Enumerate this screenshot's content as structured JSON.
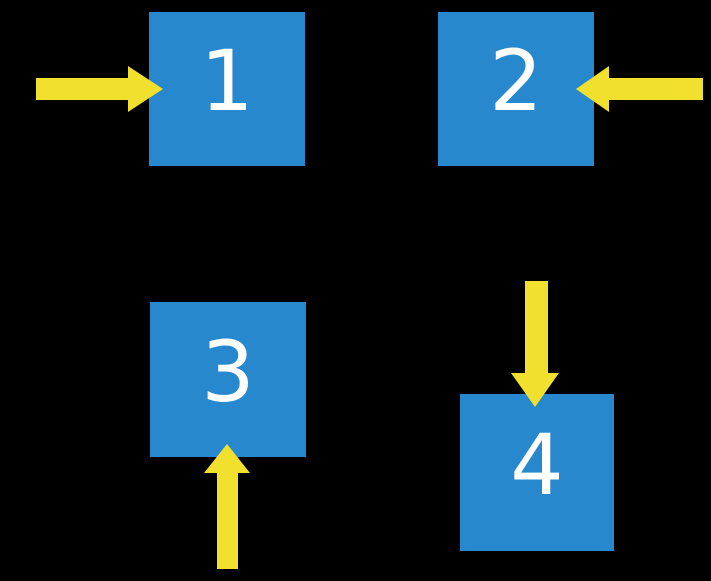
{
  "figure": {
    "description": "Four blue numbered squares on a black background, each with a yellow arrow pointing into it",
    "colors": {
      "background": "#000000",
      "box_blue": "#2888CE",
      "arrow_yellow": "#F2E02E",
      "number_white": "#FFFFFF"
    },
    "boxes": [
      {
        "label": "1",
        "arrow_direction": "right",
        "arrow_enters_from": "left side"
      },
      {
        "label": "2",
        "arrow_direction": "left",
        "arrow_enters_from": "right side"
      },
      {
        "label": "3",
        "arrow_direction": "up",
        "arrow_enters_from": "bottom side"
      },
      {
        "label": "4",
        "arrow_direction": "down",
        "arrow_enters_from": "top side"
      }
    ]
  }
}
